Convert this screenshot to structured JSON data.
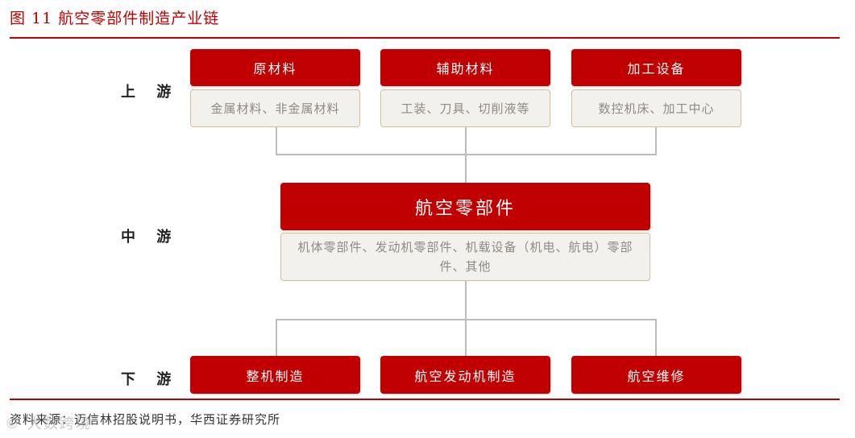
{
  "figure_title": "图 11 航空零部件制造产业链",
  "stages": {
    "upstream": "上 游",
    "midstream": "中 游",
    "downstream": "下 游"
  },
  "upstream": [
    {
      "title": "原材料",
      "detail": "金属材料、非金属材料"
    },
    {
      "title": "辅助材料",
      "detail": "工装、刀具、切削液等"
    },
    {
      "title": "加工设备",
      "detail": "数控机床、加工中心"
    }
  ],
  "midstream": {
    "title": "航空零部件",
    "detail": "机体零部件、发动机零部件、机载设备（机电、航电）零部件、其他"
  },
  "downstream": [
    {
      "title": "整机制造"
    },
    {
      "title": "航空发动机制造"
    },
    {
      "title": "航空维修"
    }
  ],
  "source": "资料来源：迈信林招股说明书，华西证券研究所",
  "watermark": "© 大数跨境",
  "colors": {
    "accent": "#c00000",
    "box_fill": "#f3f1ee",
    "box_border": "#d7bd98",
    "connector": "#bdbdbd"
  }
}
